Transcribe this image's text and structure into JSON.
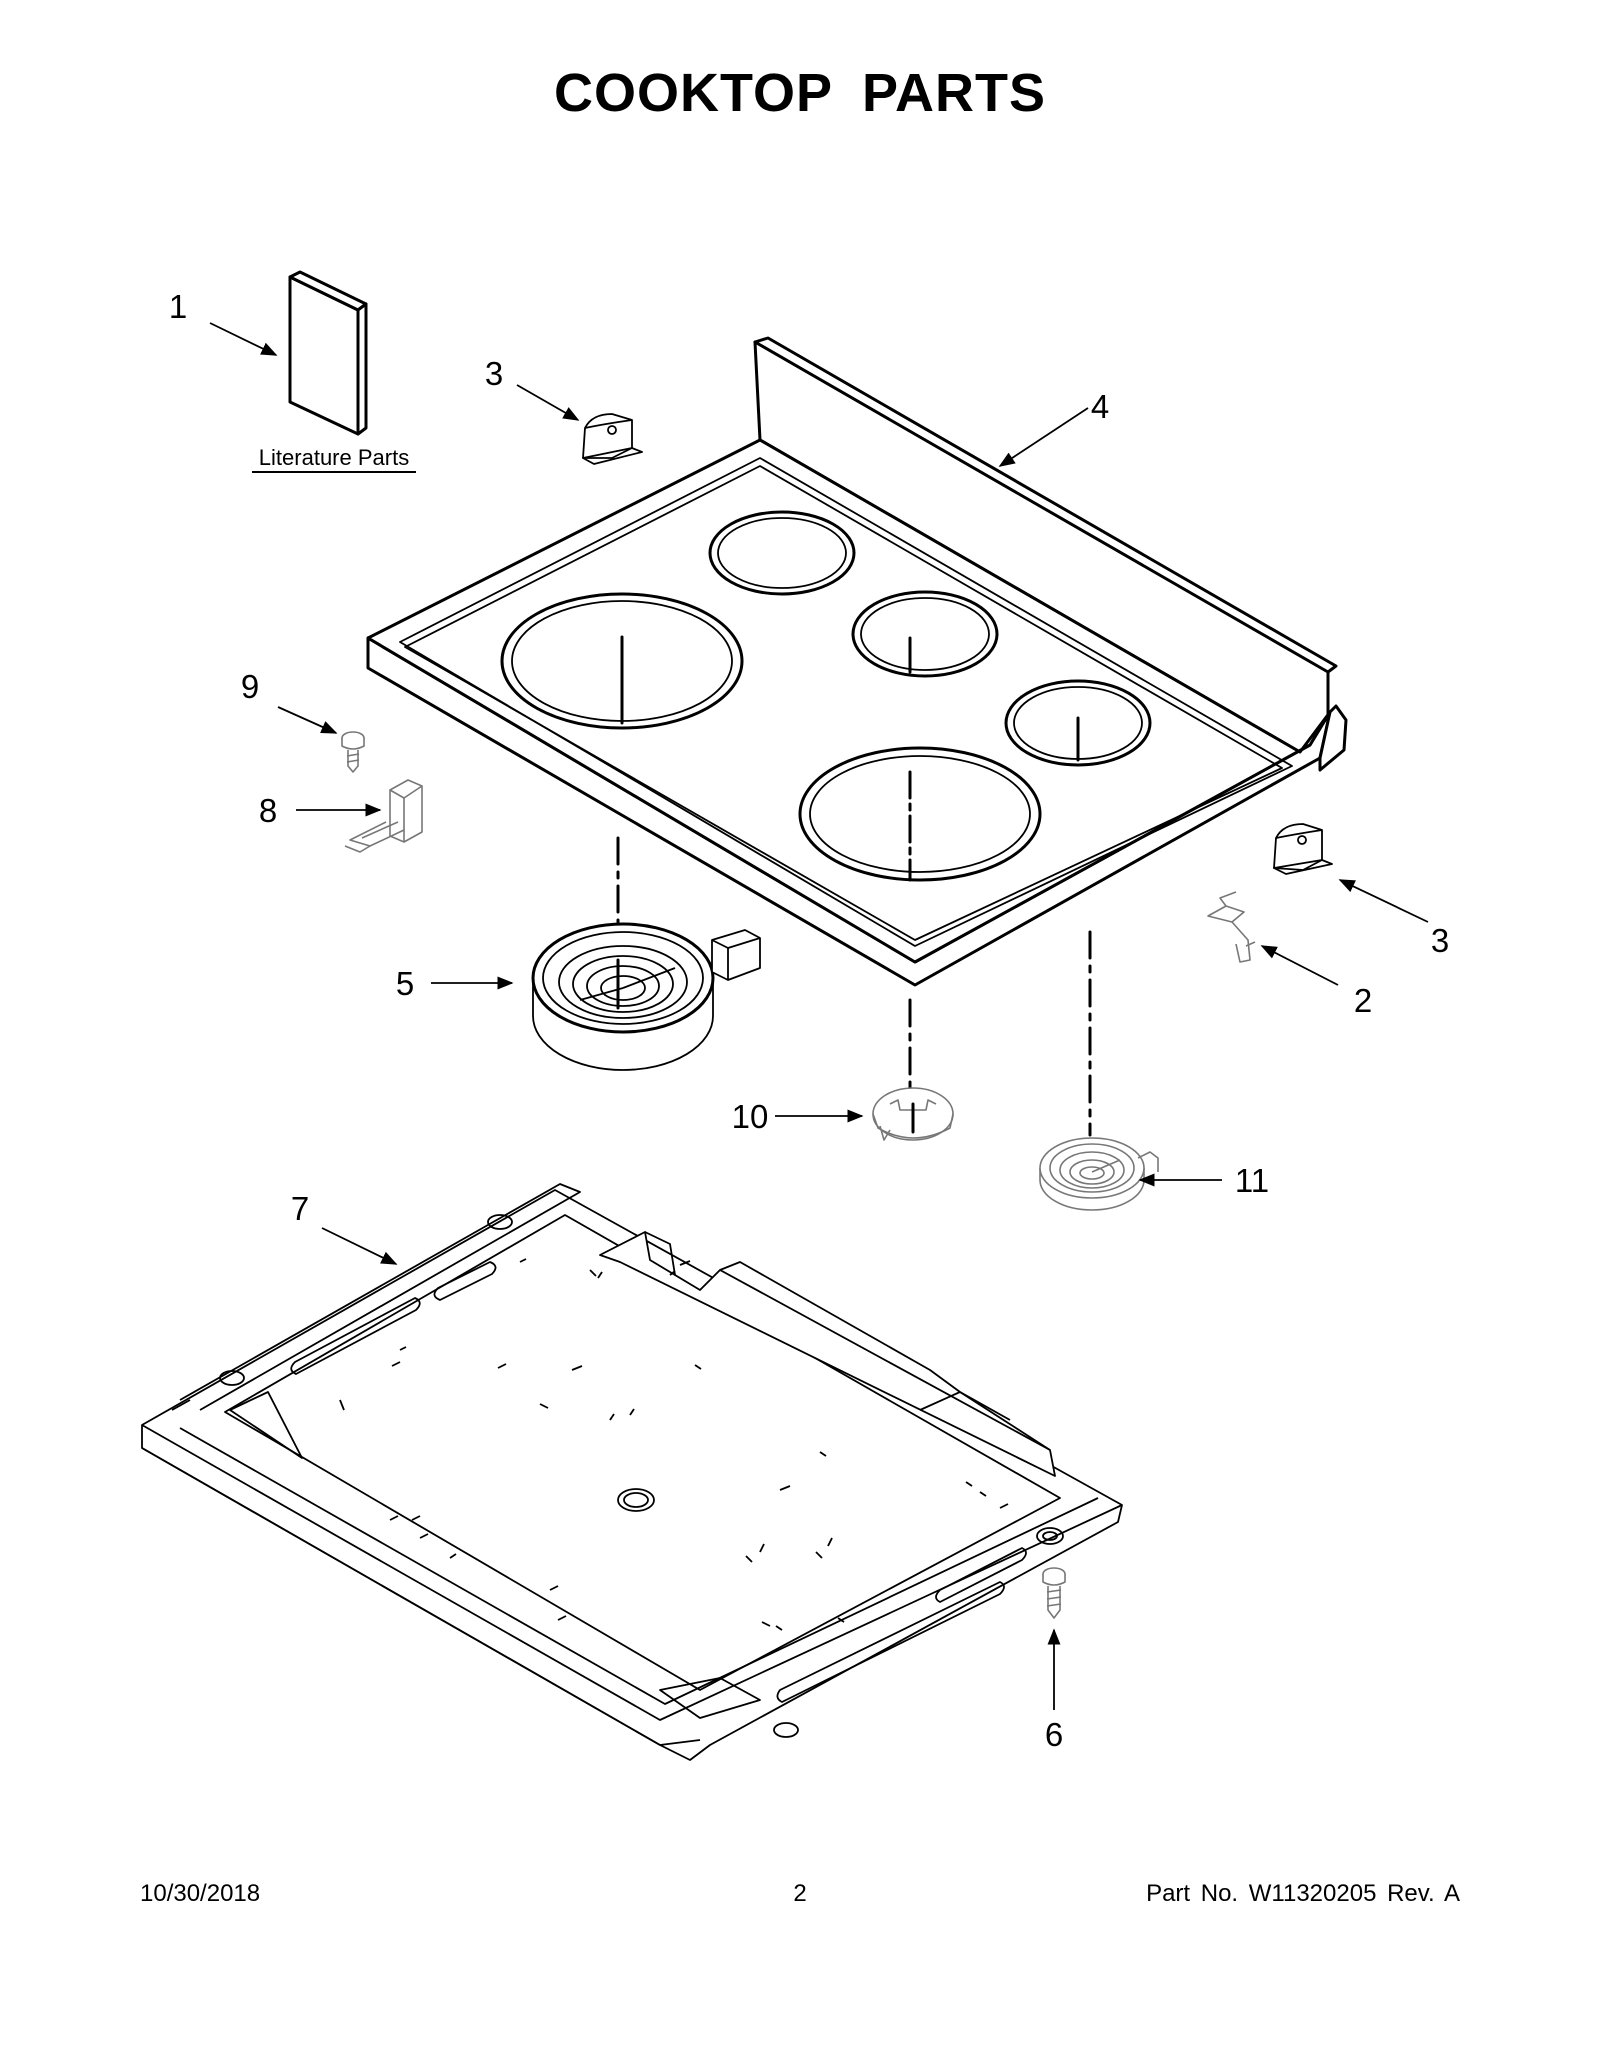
{
  "title": "COOKTOP PARTS",
  "literature_label": "Literature Parts",
  "callouts": {
    "c1": "1",
    "c2": "2",
    "c3a": "3",
    "c3b": "3",
    "c4": "4",
    "c5": "5",
    "c6": "6",
    "c7": "7",
    "c8": "8",
    "c9": "9",
    "c10": "10",
    "c11": "11"
  },
  "footer": {
    "date": "10/30/2018",
    "page": "2",
    "part_no": "Part No.  W11320205  Rev.  A"
  }
}
